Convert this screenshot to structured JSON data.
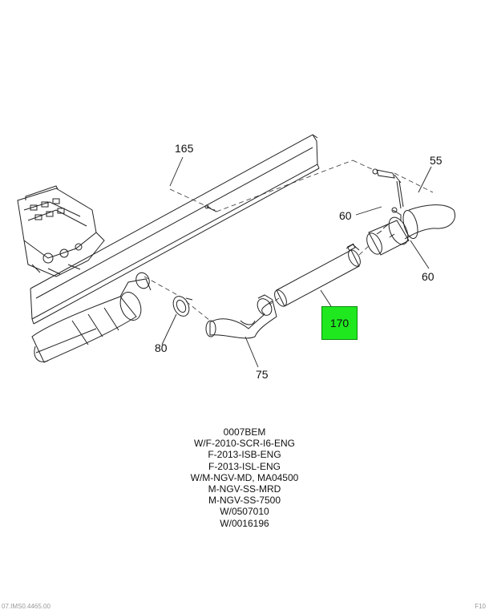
{
  "callouts": {
    "c165": "165",
    "c55": "55",
    "c60_top": "60",
    "c60_right": "60",
    "c170": "170",
    "c80": "80",
    "c75": "75"
  },
  "notes": [
    "0007BEM",
    "W/F-2010-SCR-I6-ENG",
    "F-2013-ISB-ENG",
    "F-2013-ISL-ENG",
    "W/M-NGV-MD, MA04500",
    "M-NGV-SS-MRD",
    "M-NGV-SS-7500",
    "W/0507010",
    "W/0016196"
  ],
  "footer": {
    "left": "07.IMS0.4465.00",
    "right": "F10"
  },
  "colors": {
    "highlight": "#1fe81f"
  }
}
